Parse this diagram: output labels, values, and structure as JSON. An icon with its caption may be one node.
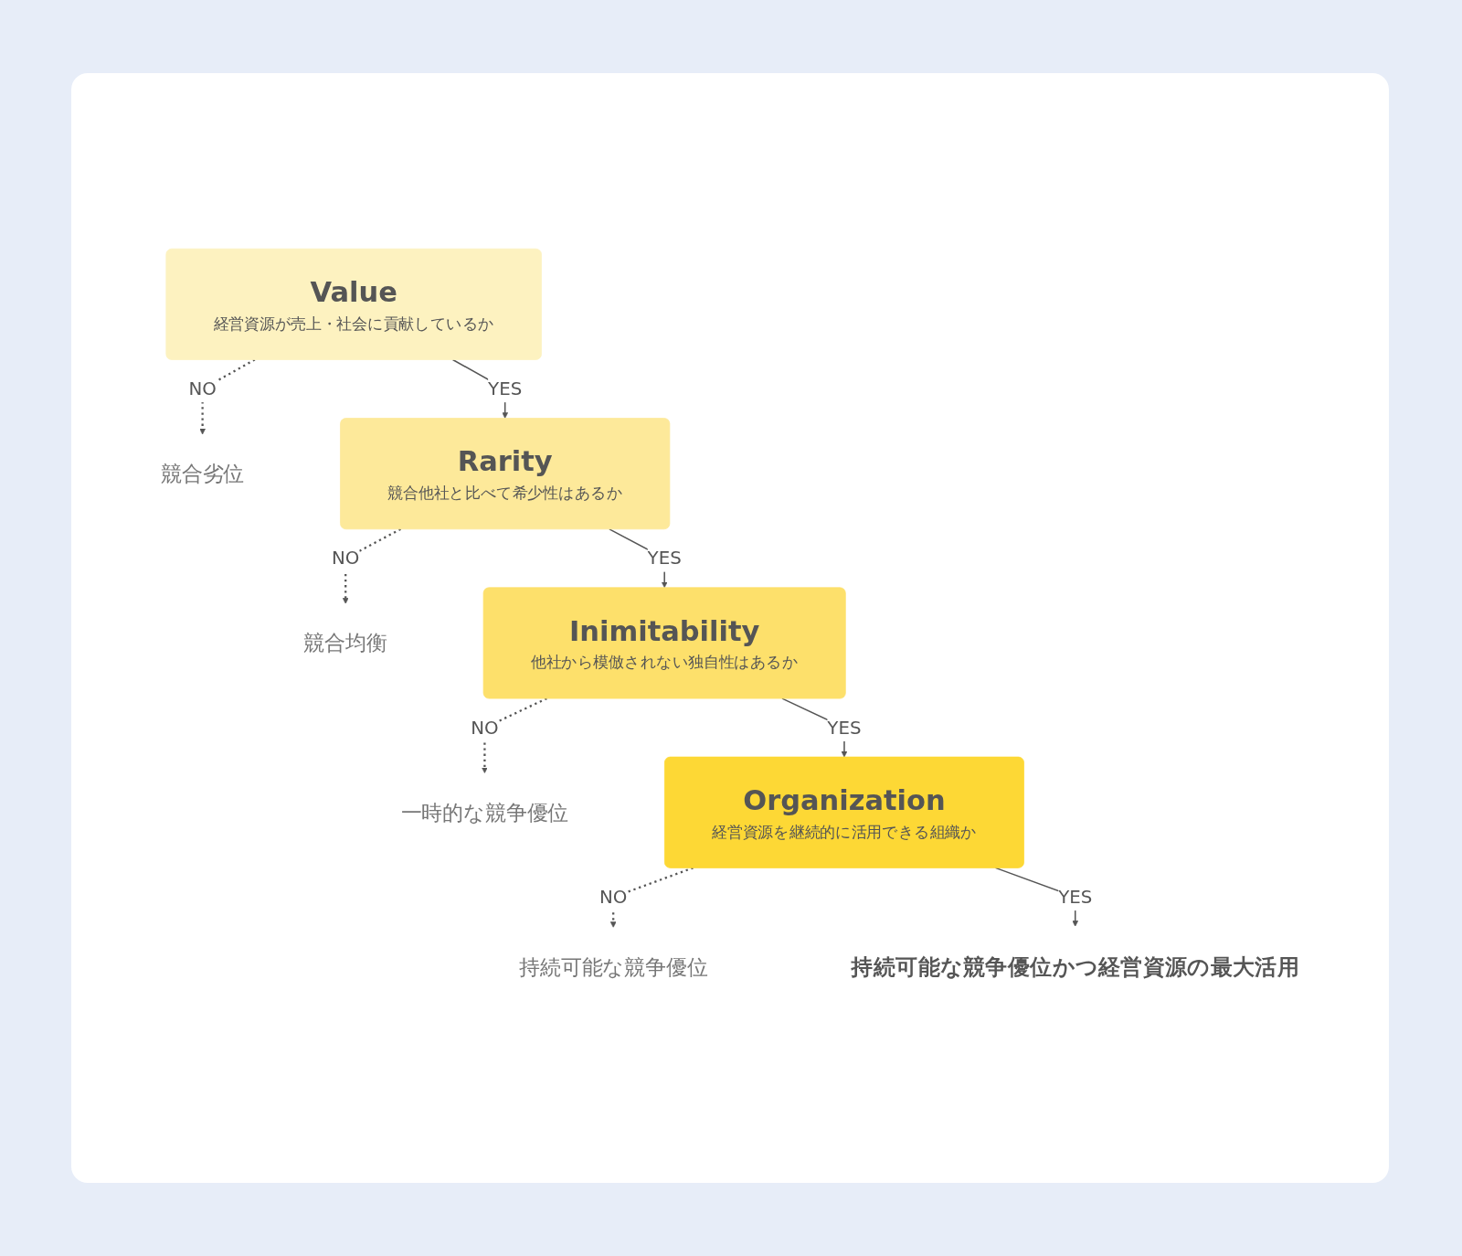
{
  "diagram": {
    "nodes": [
      {
        "text": [
          "Value",
          "経営資源が売上・社会に貢献しているか"
        ]
      },
      {
        "text": [
          "競合劣位"
        ]
      },
      {
        "text": [
          "Rarity",
          "競合他社と比べて希少性はあるか"
        ]
      },
      {
        "text": [
          "競合均衡"
        ]
      },
      {
        "text": [
          "Inimitability",
          "他社から模倣されない独自性はあるか"
        ]
      },
      {
        "text": [
          "一時的な競争優位"
        ]
      },
      {
        "text": [
          "Organization",
          "経営資源を継続的に活用できる組織か"
        ]
      },
      {
        "text": [
          "持続可能な競争優位"
        ]
      },
      {
        "text": [
          "持続可能な競争優位かつ経営資源の最大活用"
        ]
      }
    ],
    "edges": [
      {
        "from": 0,
        "to": 1,
        "arrow": "to",
        "label": "NO",
        "style": "dashed"
      },
      {
        "from": 0,
        "to": 2,
        "arrow": "to",
        "label": "YES"
      },
      {
        "from": 2,
        "to": 3,
        "arrow": "to",
        "label": "NO",
        "style": "dashed"
      },
      {
        "from": 2,
        "to": 4,
        "arrow": "to",
        "label": "YES"
      },
      {
        "from": 4,
        "to": 5,
        "arrow": "to",
        "label": "NO",
        "style": "dashed"
      },
      {
        "from": 4,
        "to": 6,
        "arrow": "to",
        "label": "YES"
      },
      {
        "from": 6,
        "to": 7,
        "arrow": "to",
        "label": "NO",
        "style": "dashed"
      },
      {
        "from": 6,
        "to": 8,
        "arrow": "to",
        "label": "YES"
      }
    ]
  }
}
